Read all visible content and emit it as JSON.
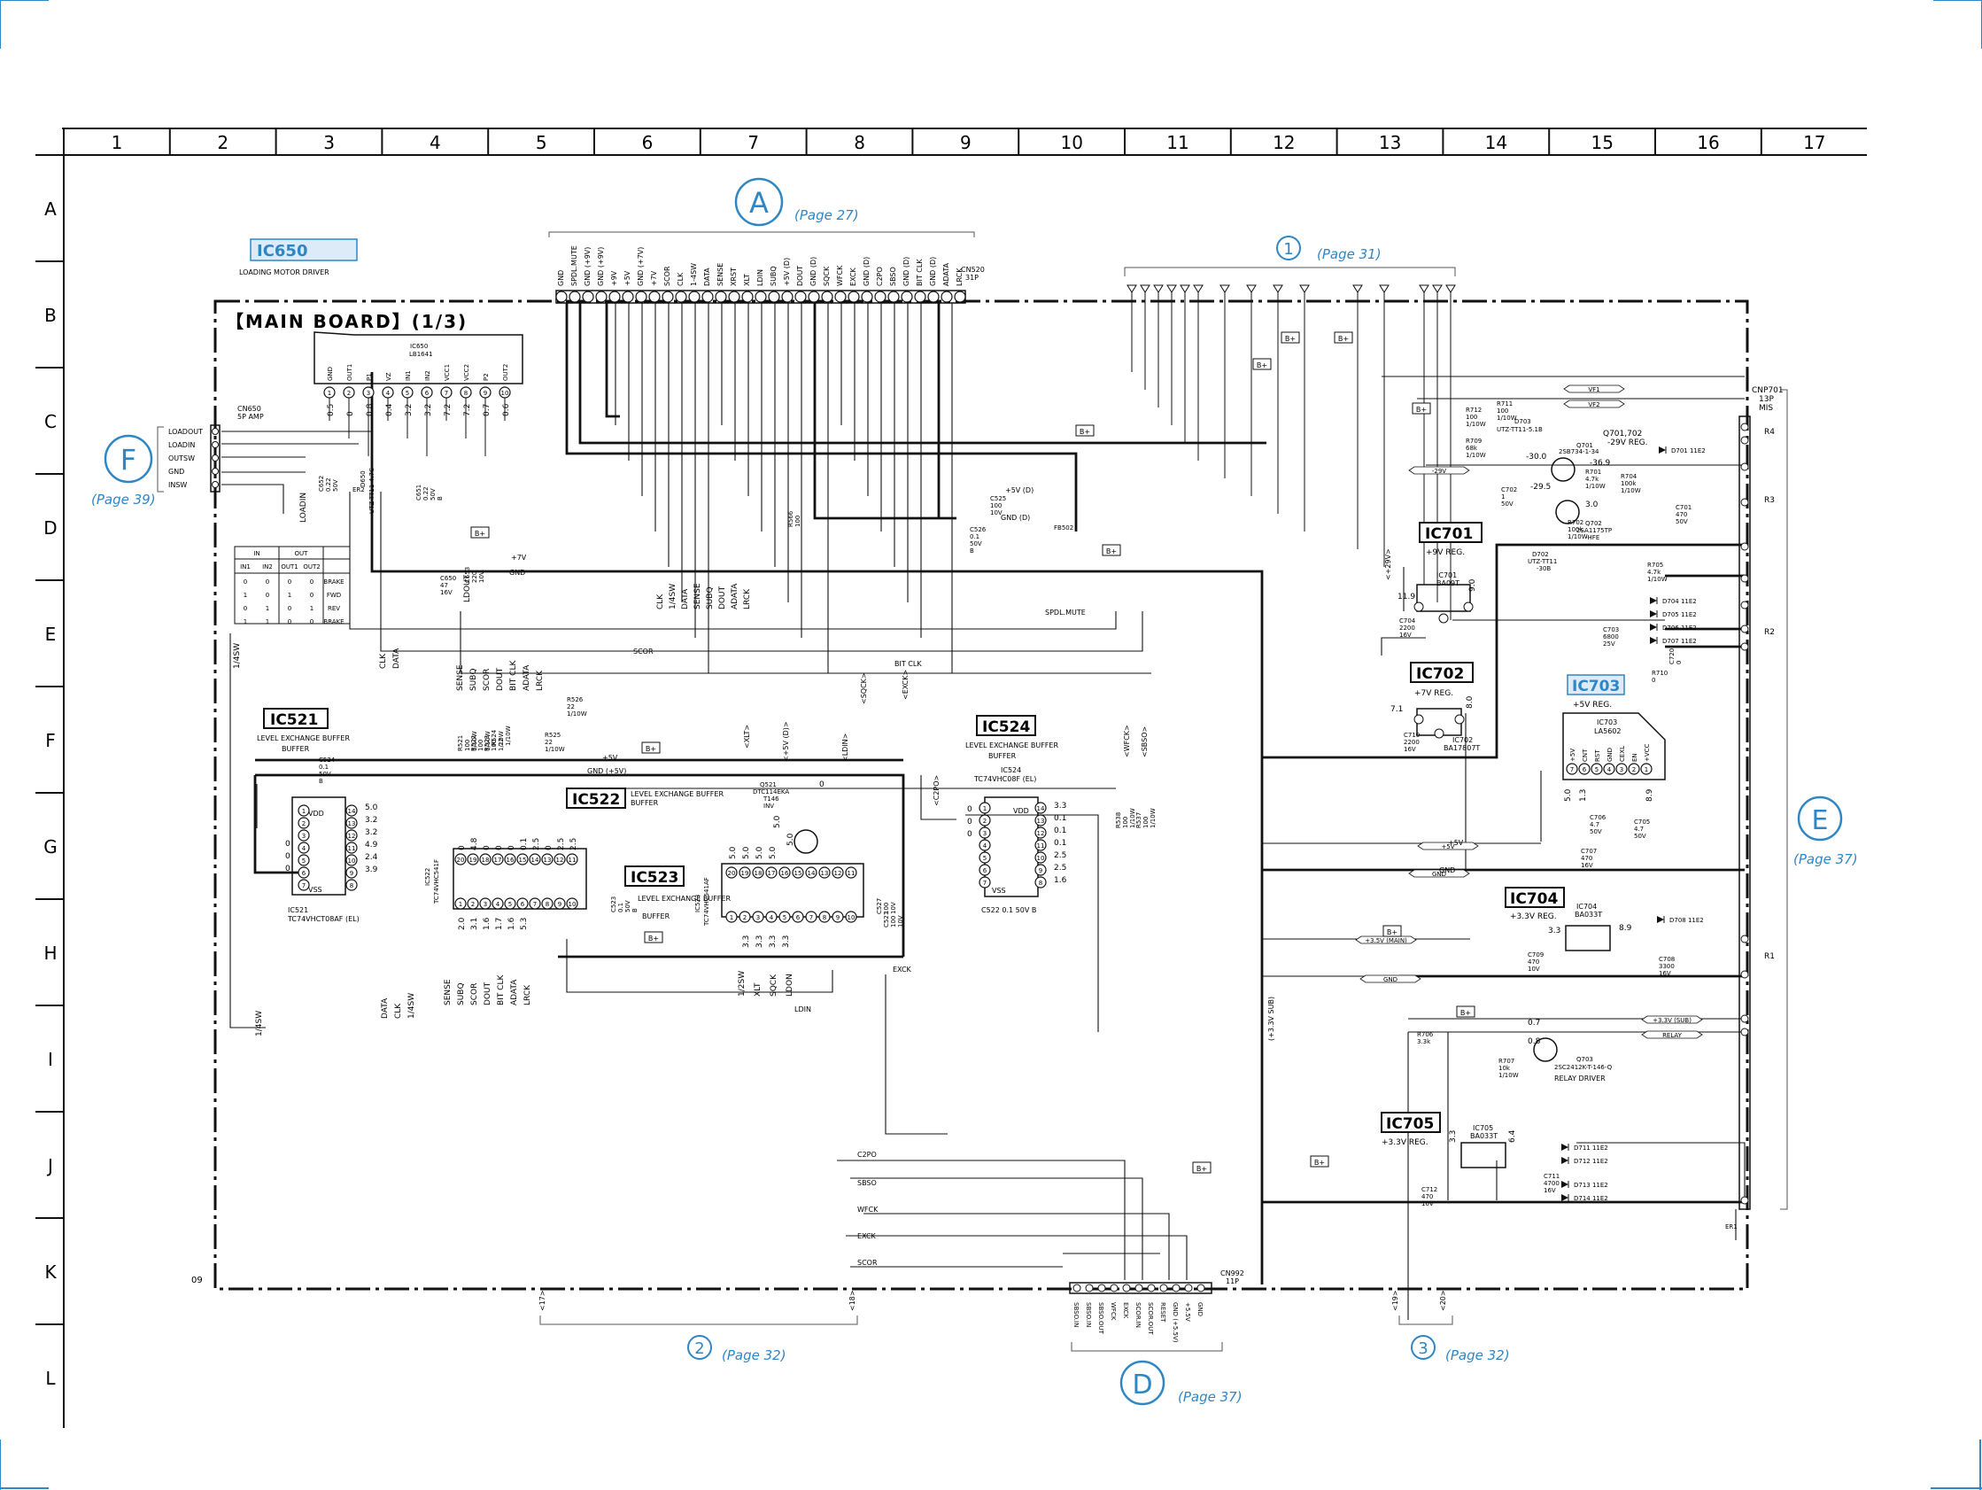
{
  "grid": {
    "columns": [
      "1",
      "2",
      "3",
      "4",
      "5",
      "6",
      "7",
      "8",
      "9",
      "10",
      "11",
      "12",
      "13",
      "14",
      "15",
      "16",
      "17"
    ],
    "rows": [
      "A",
      "B",
      "C",
      "D",
      "E",
      "F",
      "G",
      "H",
      "I",
      "J",
      "K",
      "L"
    ]
  },
  "board": {
    "title": "【MAIN BOARD】(1/3)",
    "corner_code": "09"
  },
  "connectors": {
    "A": {
      "letter": "A",
      "page": "(Page 27)"
    },
    "one": {
      "letter": "1",
      "page": "(Page 31)"
    },
    "F": {
      "letter": "F",
      "page": "(Page 39)"
    },
    "E": {
      "letter": "E",
      "page": "(Page 37)"
    },
    "two": {
      "letter": "2",
      "page": "(Page 32)"
    },
    "D": {
      "letter": "D",
      "page": "(Page 37)"
    },
    "three": {
      "letter": "3",
      "page": "(Page 32)"
    }
  },
  "cn520": {
    "ref": "CN520",
    "pins": "31P",
    "signals": [
      "GND",
      "SPDL.MUTE",
      "GND (+9V)",
      "GND (+9V)",
      "+9V",
      "+5V",
      "GND (+7V)",
      "+7V",
      "SCOR",
      "CLK",
      "1-4SW",
      "DATA",
      "SENSE",
      "XRST",
      "XLT",
      "LDIN",
      "SUBQ",
      "+5V (D)",
      "DOUT",
      "GND (D)",
      "SQCK",
      "WFCK",
      "EXCK",
      "GND (D)",
      "C2PO",
      "SBSO",
      "GND (D)",
      "BIT CLK",
      "GND (D)",
      "ADATA",
      "LRCK"
    ]
  },
  "cn650": {
    "ref": "CN650",
    "pins": "5P AMP",
    "pin_labels": [
      "LOADOUT",
      "LOADIN",
      "OUTSW",
      "GND",
      "INSW"
    ]
  },
  "cnp701": {
    "ref": "CNP701",
    "pins": "13P",
    "label": "MIS",
    "groups": [
      "R4",
      "R3",
      "R2",
      "R1"
    ],
    "signals": [
      "VF1",
      "VF2",
      "-29V",
      "+5V",
      "GND",
      "+3.5V (MAIN)",
      "GND",
      "+3.3V (SUB)",
      "RELAY"
    ]
  },
  "cn992": {
    "ref": "CN992",
    "pins": "11P",
    "signals": [
      "SBSO.IN",
      "SBSO.IN",
      "SBSO.OUT",
      "WFCK",
      "EXCK",
      "SCOR.IN",
      "SCOR.OUT",
      "RESET",
      "GND (+5.5V)",
      "+5.5V",
      "GND"
    ]
  },
  "ics": {
    "ic650": {
      "badge": "IC650",
      "name": "LOADING MOTOR DRIVER",
      "part_ref": "IC650",
      "part": "LB1641",
      "pins": [
        "GND",
        "OUT1",
        "P1",
        "VZ",
        "IN1",
        "IN2",
        "VCC1",
        "VCC2",
        "P2",
        "OUT2"
      ],
      "voltages": [
        "0.5",
        "0",
        "0.8",
        "0.4",
        "3.2",
        "3.2",
        "7.2",
        "7.2",
        "0.7",
        "0.6"
      ]
    },
    "ic521": {
      "badge": "IC521",
      "name": "LEVEL EXCHANGE BUFFER",
      "part": "TC74VHCT08AF (EL)",
      "part_ref": "IC521",
      "voltages": [
        "5.0",
        "3.2",
        "3.2",
        "4.9",
        "2.4",
        "3.9",
        "0",
        "0",
        "0"
      ]
    },
    "ic522": {
      "badge": "IC522",
      "name": "LEVEL EXCHANGE BUFFER",
      "part": "TC74VHC541F",
      "part_ref": "IC522",
      "voltages": [
        "0",
        "4.8",
        "0",
        "0",
        "0",
        "0.1",
        "2.5",
        "0",
        "2.5",
        "2.5",
        "2.0",
        "3.1",
        "1.6",
        "1.7",
        "1.6",
        "5.3"
      ]
    },
    "ic523": {
      "badge": "IC523",
      "name": "LEVEL EXCHANGE BUFFER",
      "part": "TC74VHC541AF",
      "part_ref": "IC523",
      "voltages": [
        "5.0",
        "5.0",
        "5.0",
        "5.0",
        "3.3",
        "3.3",
        "3.3",
        "3.3"
      ]
    },
    "ic524": {
      "badge": "IC524",
      "name": "LEVEL EXCHANGE BUFFER",
      "part": "TC74VHC08F (EL)",
      "part_ref": "IC524",
      "voltages": [
        "3.3",
        "0.1",
        "0.1",
        "0.1",
        "2.5",
        "2.5",
        "1.6"
      ]
    },
    "ic701": {
      "badge": "IC701",
      "name": "+9V REG.",
      "part": "BA09T",
      "part_ref": "IC701",
      "voltages": [
        "11.9",
        "9.0"
      ]
    },
    "ic702": {
      "badge": "IC702",
      "name": "+7V REG.",
      "part": "BA17807T",
      "part_ref": "IC702",
      "voltages": [
        "7.1",
        "8.0"
      ]
    },
    "ic703": {
      "badge": "IC703",
      "name": "+5V REG.",
      "part": "LA5602",
      "part_ref": "IC703",
      "pins": [
        "+5V",
        "CNT",
        "RST",
        "GND",
        "CEXL",
        "EN",
        "+VCC"
      ],
      "voltages": [
        "5.0",
        "1.3",
        "8.9"
      ]
    },
    "ic704": {
      "badge": "IC704",
      "name": "+3.3V REG.",
      "part": "BA033T",
      "part_ref": "IC704",
      "voltages": [
        "3.3",
        "8.9"
      ]
    },
    "ic705": {
      "badge": "IC705",
      "name": "+3.3V REG.",
      "part": "BA033T",
      "part_ref": "IC705",
      "voltages": [
        "3.3",
        "6.4"
      ]
    }
  },
  "transistors": {
    "q701": {
      "ref": "Q701,702",
      "desc": "-29V REG.",
      "q701_part": "Q701",
      "q701_type": "2SB734-1-34",
      "q702_part": "Q702",
      "q702_type": "2SA1175TP",
      "suffix": "-HFE",
      "v": [
        "-30.0",
        "-36.9",
        "-29.5",
        "3.0"
      ]
    },
    "q703": {
      "ref": "Q703",
      "type": "2SC2412K-T-146-Q",
      "desc": "RELAY DRIVER",
      "v": [
        "0.7",
        "0.8"
      ]
    },
    "q521": {
      "ref": "Q521",
      "type": "DTC114EKA",
      "suffix": "INV",
      "note": "T146",
      "v": [
        "5.0",
        "5.0",
        "0"
      ]
    }
  },
  "zeners": {
    "d703": {
      "ref": "D703",
      "type": "UTZ-TT11-5.1B"
    },
    "d702": {
      "ref": "D702",
      "type": "UTZ-TT11",
      "suffix": "-30B"
    },
    "d650": {
      "ref": "D650",
      "type": "UTZ-TT11-4.7C"
    }
  },
  "diodes": {
    "d701": "D701 11E2",
    "d704": "D704 11E2",
    "d705": "D705 11E2",
    "d706": "D706 11E2",
    "d707": "D707 11E2",
    "d708": "D708 11E2",
    "d711": "D711 11E2",
    "d712": "D712 11E2",
    "d713": "D713 11E2",
    "d714": "D714 11E2"
  },
  "passives": {
    "r712": "R712 100 1/10W",
    "r711": "R711 100 1/10W",
    "r709": "R709 68k 1/10W",
    "r701": "R701 4.7k 1/10W",
    "r704": "R704 100k 1/10W",
    "r702": "R702 100k 1/10W",
    "r705": "R705 4.7k 1/10W",
    "r706": "R706 3.3k",
    "r707": "R707 10k 1/10W",
    "r710": "R710 0",
    "r526": "R526 22 1/10W",
    "r525": "R525 22 1/10W",
    "r524": "R524 22 1/10W",
    "r521": "R521 100 1/10W",
    "r522": "R522 100 1/10W",
    "r523": "R523 100 1/10W",
    "r538": "R538 100 1/10W",
    "r537": "R537 100 1/10W",
    "r566": "R566 100",
    "c702": "C702 1 50V",
    "c701": "C701 470 50V",
    "c704": "C704 2200 16V",
    "c703": "C703 6800 25V",
    "c710": "C710 2200 16V",
    "c706": "C706 4.7 50V",
    "c707": "C707 470 16V",
    "c705": "C705 4.7 50V",
    "c709": "C709 470 10V",
    "c708": "C708 3300 16V",
    "c712": "C712 470 10V",
    "c711": "C711 4700 16V",
    "c720": "C720 0",
    "c525": "C525 100 10V",
    "c526": "C526 0.1 50V B",
    "c524": "C524 0.1 50V B",
    "c522": "C522 0.1 50V B",
    "c523": "C523 0.1 50V B",
    "c527": "C527 100 10V",
    "c521": "C521 100 10V",
    "c650": "C650 47 16V",
    "c651": "C651 0.22 50V B",
    "c652": "C652 0.22 50V",
    "c653": "C653 220 10V",
    "fb502": "FB502",
    "er1": "ER1",
    "er2": "ER2"
  },
  "rails": {
    "plus5v_d": "+5V (D)",
    "gnd_d": "GND (D)",
    "plus7v": "+7V",
    "gnd": "GND",
    "spdl_mute": "SPDL.MUTE",
    "plus5v": "+5V",
    "gnd_plus5v": "GND (+5V)",
    "plus9v": "(+9V)",
    "plus3_3sub": "(+3.3V SUB)",
    "bplus": "B+",
    "scor": "SCOR",
    "bit_clk": "BIT CLK",
    "exck": "EXCK",
    "ldin": "LDIN",
    "c2po": "C2PO",
    "sbso": "SBSO",
    "wfck": "WFCK",
    "scor2": "SCOR",
    "xrst": "XRST",
    "xlt": "XLT",
    "sqck": "SQCK",
    "ldout": "LDOUT"
  },
  "truth_table": {
    "head_in": "IN",
    "head_out": "OUT",
    "cols": [
      "IN1",
      "IN2",
      "OUT1",
      "OUT2",
      ""
    ],
    "rows": [
      [
        "0",
        "0",
        "0",
        "0",
        "BRAKE"
      ],
      [
        "1",
        "0",
        "1",
        "0",
        "FWD"
      ],
      [
        "0",
        "1",
        "0",
        "1",
        "REV"
      ],
      [
        "1",
        "1",
        "0",
        "0",
        "BRAKE"
      ]
    ]
  },
  "wire_labels": {
    "left_vertical": [
      "1/4SW",
      "CLK",
      "DATA",
      "LDOUT",
      "LOADIN",
      "1/4SW"
    ],
    "ic522_top": [
      "SENSE",
      "SUBQ",
      "SCOR",
      "DOUT",
      "BIT CLK",
      "ADATA",
      "LRCK"
    ],
    "ic522_bottom": [
      "SENSE",
      "SUBQ",
      "SCOR",
      "DOUT",
      "BIT CLK",
      "ADATA",
      "LRCK"
    ],
    "cn520_down": [
      "CLK",
      "1/4SW",
      "DATA",
      "SENSE",
      "SUBQ",
      "DOUT",
      "ADATA",
      "LRCK"
    ],
    "bottom_left_bus": [
      "DATA",
      "CLK",
      "1/4SW"
    ],
    "ic523_bottom": [
      "1/2SW",
      "XLT",
      "SQCK",
      "LDON"
    ],
    "arrow_labels": [
      "<+29V>",
      "<XLT>",
      "<+5V (D)>",
      "<LDIN>",
      "<SQCK>",
      "<EXCK>",
      "<C2PO>",
      "<WFCK>",
      "<SBSO>",
      "<17>",
      "<18>",
      "<19>",
      "<20>"
    ]
  },
  "colors": {
    "line": "#111111",
    "accent": "#2f86c4",
    "badge_bg": "#dcebf7"
  }
}
